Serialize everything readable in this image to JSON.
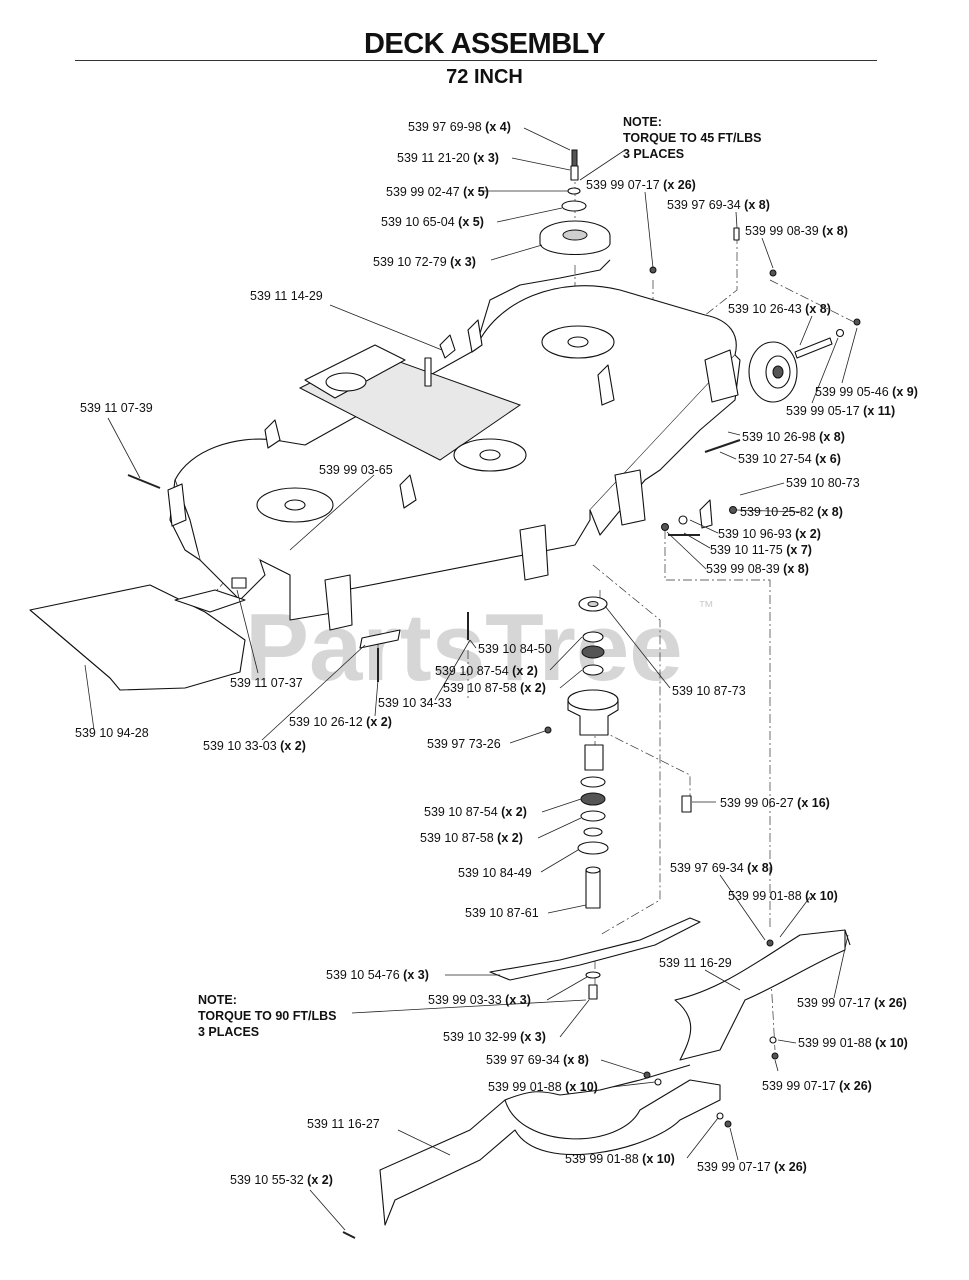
{
  "header": {
    "title": "DECK ASSEMBLY",
    "subtitle": "72 INCH"
  },
  "watermark": {
    "text": "PartsTree",
    "mark": "™"
  },
  "notes": [
    {
      "lines": [
        "NOTE:",
        "TORQUE TO 45 FT/LBS",
        "3 PLACES"
      ]
    },
    {
      "lines": [
        "NOTE:",
        "TORQUE TO 90 FT/LBS",
        "3 PLACES"
      ]
    }
  ],
  "parts": [
    {
      "num": "539 97 69-98",
      "qty": "(x 4)"
    },
    {
      "num": "539 11 21-20",
      "qty": "(x 3)"
    },
    {
      "num": "539 99 02-47",
      "qty": "(x 5)"
    },
    {
      "num": "539 99 07-17",
      "qty": "(x 26)"
    },
    {
      "num": "539 10 65-04",
      "qty": "(x 5)"
    },
    {
      "num": "539 97 69-34",
      "qty": "(x 8)"
    },
    {
      "num": "539 99 08-39",
      "qty": "(x 8)"
    },
    {
      "num": "539 10 72-79",
      "qty": "(x 3)"
    },
    {
      "num": "539 11 14-29",
      "qty": ""
    },
    {
      "num": "539 10 26-43",
      "qty": "(x 8)"
    },
    {
      "num": "539 11 07-39",
      "qty": ""
    },
    {
      "num": "539 99 05-46",
      "qty": "(x 9)"
    },
    {
      "num": "539 99 05-17",
      "qty": "(x 11)"
    },
    {
      "num": "539 10 26-98",
      "qty": "(x 8)"
    },
    {
      "num": "539 99 03-65",
      "qty": ""
    },
    {
      "num": "539 10 27-54",
      "qty": "(x 6)"
    },
    {
      "num": "539 10 80-73",
      "qty": ""
    },
    {
      "num": "539 10 25-82",
      "qty": "(x 8)"
    },
    {
      "num": "539 10 96-93",
      "qty": "(x 2)"
    },
    {
      "num": "539 10 11-75",
      "qty": "(x 7)"
    },
    {
      "num": "539 99 08-39",
      "qty": "(x 8)"
    },
    {
      "num": "539 10 84-50",
      "qty": ""
    },
    {
      "num": "539 11 07-37",
      "qty": ""
    },
    {
      "num": "539 10 87-54",
      "qty": "(x 2)"
    },
    {
      "num": "539 10 87-58",
      "qty": "(x 2)"
    },
    {
      "num": "539 10 87-73",
      "qty": ""
    },
    {
      "num": "539 10 94-28",
      "qty": ""
    },
    {
      "num": "539 10 34-33",
      "qty": ""
    },
    {
      "num": "539 10 26-12",
      "qty": "(x 2)"
    },
    {
      "num": "539 10 33-03",
      "qty": "(x 2)"
    },
    {
      "num": "539 97 73-26",
      "qty": ""
    },
    {
      "num": "539 99 06-27",
      "qty": "(x 16)"
    },
    {
      "num": "539 10 87-54",
      "qty": "(x 2)"
    },
    {
      "num": "539 10 87-58",
      "qty": "(x 2)"
    },
    {
      "num": "539 10 84-49",
      "qty": ""
    },
    {
      "num": "539 97 69-34",
      "qty": "(x 8)"
    },
    {
      "num": "539 99 01-88",
      "qty": "(x 10)"
    },
    {
      "num": "539 10 87-61",
      "qty": ""
    },
    {
      "num": "539 10 54-76",
      "qty": "(x 3)"
    },
    {
      "num": "539 11 16-29",
      "qty": ""
    },
    {
      "num": "539 99 03-33",
      "qty": "(x 3)"
    },
    {
      "num": "539 99 07-17",
      "qty": "(x 26)"
    },
    {
      "num": "539 10 32-99",
      "qty": "(x 3)"
    },
    {
      "num": "539 99 01-88",
      "qty": "(x 10)"
    },
    {
      "num": "539 97 69-34",
      "qty": "(x 8)"
    },
    {
      "num": "539 99 01-88",
      "qty": "(x 10)"
    },
    {
      "num": "539 99 07-17",
      "qty": "(x 26)"
    },
    {
      "num": "539 11 16-27",
      "qty": ""
    },
    {
      "num": "539 99 01-88",
      "qty": "(x 10)"
    },
    {
      "num": "539 99 07-17",
      "qty": "(x 26)"
    },
    {
      "num": "539 10 55-32",
      "qty": "(x 2)"
    }
  ]
}
